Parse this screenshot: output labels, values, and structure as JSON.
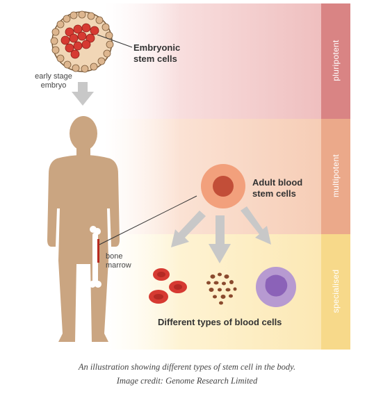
{
  "labels": {
    "embryonic": [
      "Embryonic",
      "stem cells"
    ],
    "embryo": [
      "early stage",
      "embryo"
    ],
    "adult": [
      "Adult blood",
      "stem cells"
    ],
    "marrow": [
      "bone",
      "marrow"
    ],
    "blood_cells": "Different types of blood cells"
  },
  "bands": [
    "pluripotent",
    "multipotent",
    "specialised"
  ],
  "caption": {
    "line1": "An illustration showing different types of stem cell in the body.",
    "line2": "Image credit: Genome Research Limited"
  },
  "colors": {
    "pluripotent": "#d98484",
    "multipotent": "#eba98a",
    "specialised": "#f7d98a",
    "body": "#caa581",
    "arrow": "#c8c8c8",
    "red_cell": "#d63a32",
    "stem_cell": "#f2a07c",
    "white_cell": "#b79ad1"
  }
}
